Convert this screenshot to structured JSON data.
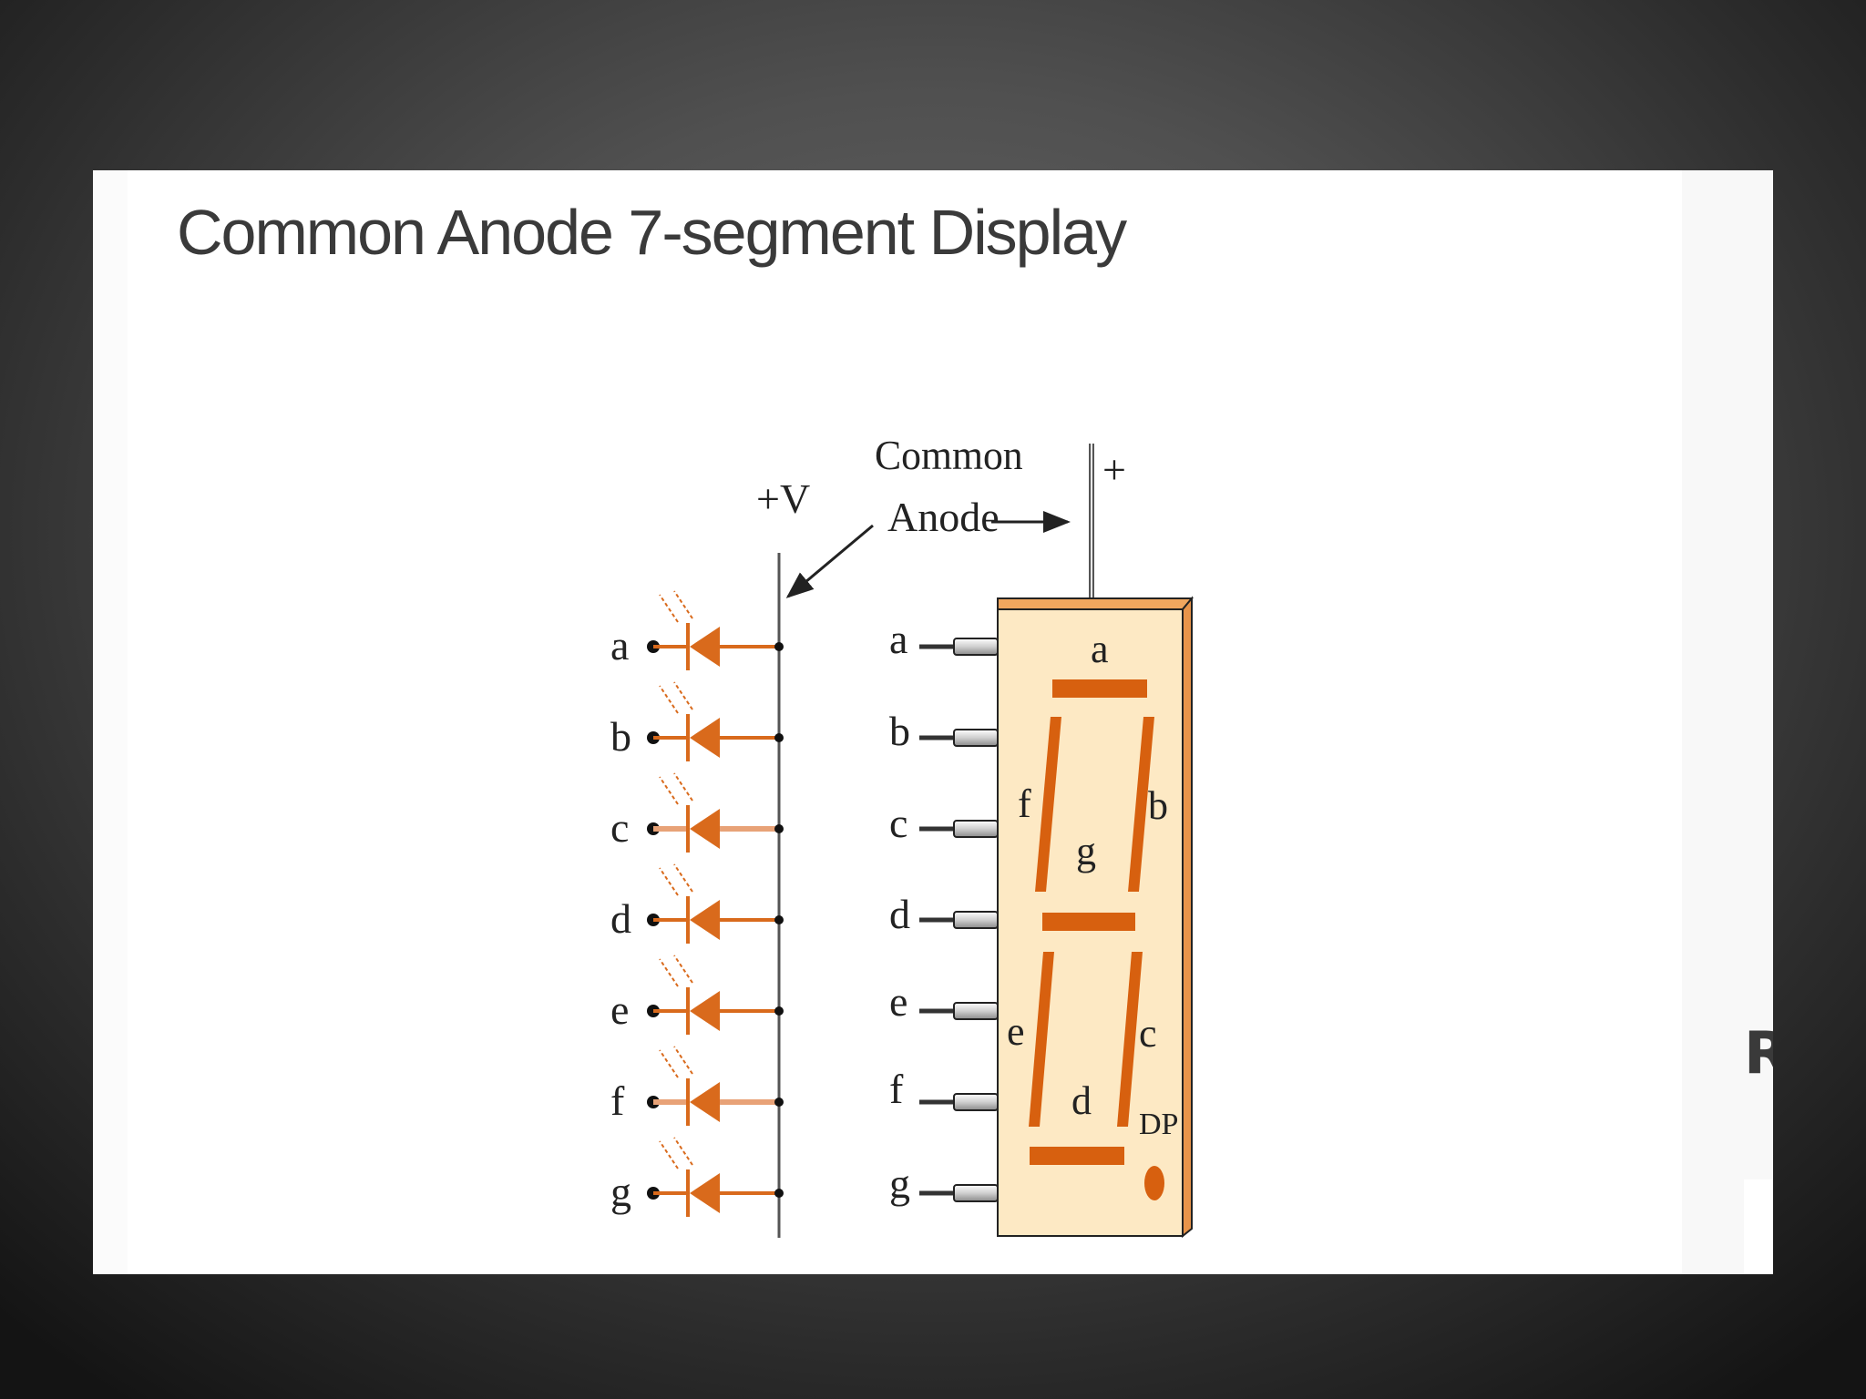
{
  "title": "Common Anode 7-segment Display",
  "supply_label": "+V",
  "plus_label": "+",
  "callout_line1": "Common",
  "callout_line2": "Anode",
  "led_labels": [
    "a",
    "b",
    "c",
    "d",
    "e",
    "f",
    "g"
  ],
  "pin_labels": [
    "a",
    "b",
    "c",
    "d",
    "e",
    "f",
    "g"
  ],
  "segment_labels": {
    "a": "a",
    "b": "b",
    "c": "c",
    "d": "d",
    "e": "e",
    "f": "f",
    "g": "g",
    "dp": "DP"
  },
  "side_letter": "R",
  "colors": {
    "led_orange": "#d96a1c",
    "led_light": "#e8a277",
    "segment": "#d7600f",
    "body_fill": "#fde9c4",
    "body_top": "#f0a65e",
    "text": "#3a3a3a"
  }
}
